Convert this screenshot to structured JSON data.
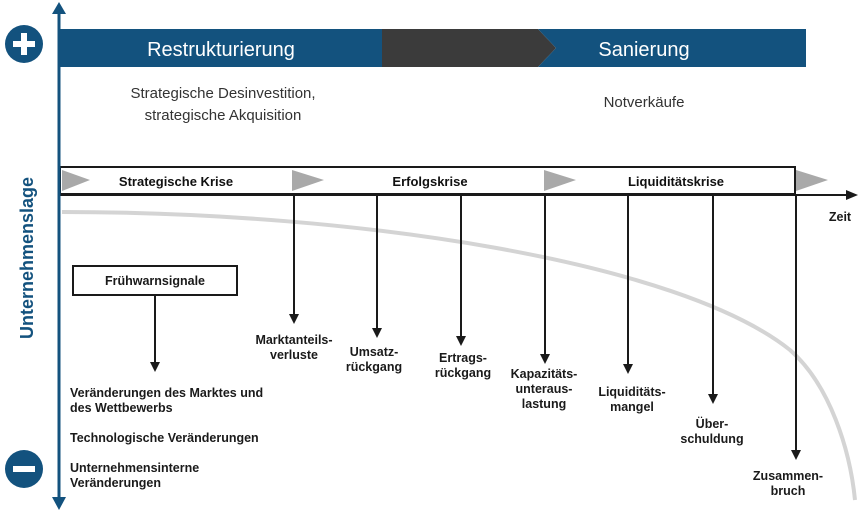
{
  "colors": {
    "blue": "#13527e",
    "dark": "#3b3b3b",
    "curve": "#d4d4d4",
    "arrow_gray": "#a9a9a9",
    "text": "#1a1a1a"
  },
  "banner": {
    "left_label": "Restrukturierung",
    "right_label": "Sanierung"
  },
  "subtexts": {
    "left_line1": "Strategische Desinvestition,",
    "left_line2": "strategische Akquisition",
    "right": "Notverkäufe"
  },
  "axis": {
    "y_label": "Unternehmenslage",
    "plus_icon": "plus-icon",
    "minus_icon": "minus-icon",
    "x_label": "Zeit"
  },
  "phases": [
    "Strategische Krise",
    "Erfolgskrise",
    "Liquiditätskrise"
  ],
  "fruehwarn": {
    "label": "Frühwarnsignale",
    "items": [
      [
        "Veränderungen des Marktes und",
        "des Wettbewerbs"
      ],
      [
        "Technologische Veränderungen"
      ],
      [
        "Unternehmensinterne",
        "Veränderungen"
      ]
    ]
  },
  "events": [
    [
      "Marktanteils-",
      "verluste"
    ],
    [
      "Umsatz-",
      "rückgang"
    ],
    [
      "Ertrags-",
      "rückgang"
    ],
    [
      "Kapazitäts-",
      "unteraus-",
      "lastung"
    ],
    [
      "Liquiditäts-",
      "mangel"
    ],
    [
      "Über-",
      "schuldung"
    ],
    [
      "Zusammen-",
      "bruch"
    ]
  ]
}
